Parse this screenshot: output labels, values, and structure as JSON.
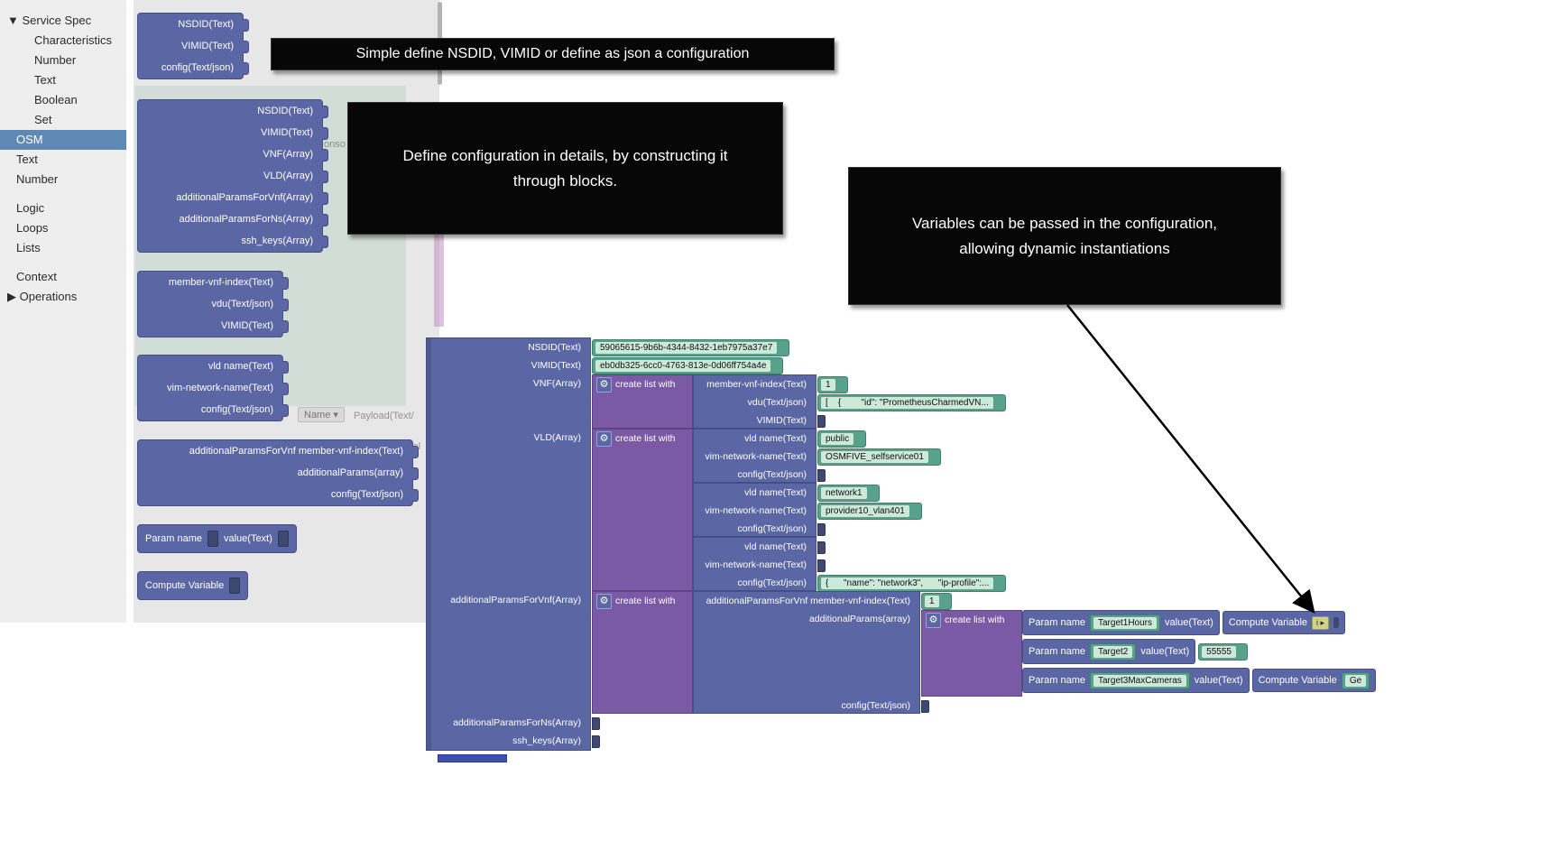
{
  "sidebar": {
    "items": [
      {
        "label": "▼ Service Spec"
      },
      {
        "label": "Characteristics"
      },
      {
        "label": "Number"
      },
      {
        "label": "Text"
      },
      {
        "label": "Boolean"
      },
      {
        "label": "Set"
      },
      {
        "label": "OSM",
        "selected": true
      },
      {
        "label": "Text"
      },
      {
        "label": "Number"
      },
      {
        "label": "Logic"
      },
      {
        "label": "Loops"
      },
      {
        "label": "Lists"
      },
      {
        "label": "Context"
      },
      {
        "label": "▶ Operations"
      }
    ]
  },
  "palette": {
    "blocks": [
      {
        "rows": [
          "NSDID(Text)",
          "VIMID(Text)",
          "config(Text/json)"
        ]
      },
      {
        "rows": [
          "NSDID(Text)",
          "VIMID(Text)",
          "VNF(Array)",
          "VLD(Array)",
          "additionalParamsForVnf(Array)",
          "additionalParamsForNs(Array)",
          "ssh_keys(Array)"
        ]
      },
      {
        "rows": [
          "member-vnf-index(Text)",
          "vdu(Text/json)",
          "VIMID(Text)"
        ]
      },
      {
        "rows": [
          "vld name(Text)",
          "vim-network-name(Text)",
          "config(Text/json)"
        ]
      },
      {
        "rows": [
          "additionalParamsForVnf member-vnf-index(Text)",
          "additionalParams(array)",
          "config(Text/json)"
        ]
      },
      {
        "labels": [
          "Param name",
          "value(Text)"
        ]
      },
      {
        "label": "Compute Variable"
      }
    ]
  },
  "annotations": {
    "note1": "Simple define NSDID, VIMID or define as json a configuration",
    "note2": "Define configuration in details, by constructing it through blocks.",
    "note3": "Variables can be passed in the configuration, allowing dynamic instantiations"
  },
  "icons": {
    "gear": "⚙"
  },
  "canvas_hints": {
    "text1": "onso",
    "name_chip": "Name ▾",
    "payload": "Payload(Text/",
    "val": "val"
  },
  "workspace": {
    "list_header": "create list with",
    "main": {
      "nsdid_label": "NSDID(Text)",
      "nsdid_value": "59065615-9b6b-4344-8432-1eb7975a37e7",
      "vimid_label": "VIMID(Text)",
      "vimid_value": "eb0db325-6cc0-4763-813e-0d06ff754a4e",
      "vnf_label": "VNF(Array)",
      "vld_label": "VLD(Array)",
      "apv_label": "additionalParamsForVnf(Array)",
      "apn_label": "additionalParamsForNs(Array)",
      "ssh_label": "ssh_keys(Array)"
    },
    "vnf": {
      "member_label": "member-vnf-index(Text)",
      "member_value": "1",
      "vdu_label": "vdu(Text/json)",
      "vdu_value": "[    {        \"id\": \"PrometheusCharmedVN...",
      "vimid_label": "VIMID(Text)"
    },
    "vlds": [
      {
        "name_label": "vld name(Text)",
        "name_value": "public",
        "net_label": "vim-network-name(Text)",
        "net_value": "OSMFIVE_selfservice01",
        "config_label": "config(Text/json)"
      },
      {
        "name_label": "vld name(Text)",
        "name_value": "network1",
        "net_label": "vim-network-name(Text)",
        "net_value": "provider10_vlan401",
        "config_label": "config(Text/json)"
      },
      {
        "name_label": "vld name(Text)",
        "net_label": "vim-network-name(Text)",
        "config_label": "config(Text/json)",
        "config_value": "{      \"name\": \"network3\",      \"ip-profile\":..."
      }
    ],
    "apv": {
      "member_label": "additionalParamsForVnf member-vnf-index(Text)",
      "member_value": "1",
      "params_label": "additionalParams(array)",
      "config_label": "config(Text/json)",
      "params": [
        {
          "name_label": "Param name",
          "name_value": "Target1Hours",
          "value_label": "value(Text)",
          "compute_label": "Compute Variable",
          "compute_field": "i ▸"
        },
        {
          "name_label": "Param name",
          "name_value": "Target2",
          "value_label": "value(Text)",
          "text_value": "55555"
        },
        {
          "name_label": "Param name",
          "name_value": "Target3MaxCameras",
          "value_label": "value(Text)",
          "compute_label": "Compute Variable",
          "compute_field": "Ge"
        }
      ]
    }
  }
}
